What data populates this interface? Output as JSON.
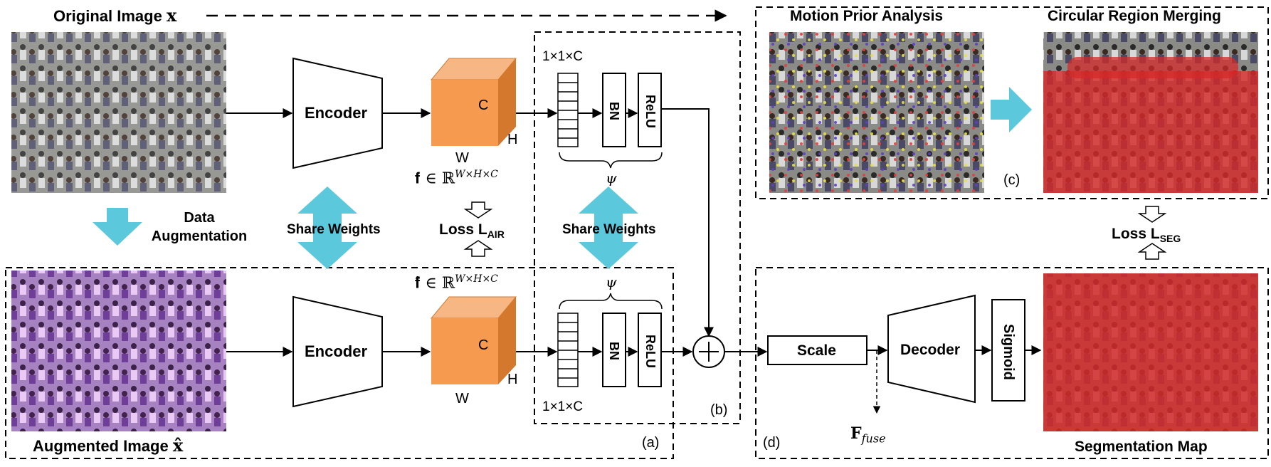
{
  "inputs": {
    "original_label": "Original Image",
    "original_symbol": "x",
    "augmented_label": "Augmented Image",
    "augmented_symbol": "x̂",
    "augmentation_label_line1": "Data",
    "augmentation_label_line2": "Augmentation"
  },
  "encoders": {
    "top_label": "Encoder",
    "bottom_label": "Encoder"
  },
  "share_weights": {
    "left_label": "Share Weights",
    "right_label": "Share Weights"
  },
  "feature_cubes": {
    "c_label": "C",
    "h_label": "H",
    "w_label": "W",
    "f_symbol": "𝐟 ∈ ℝ",
    "f_hat_symbol": "𝐟̂ ∈ ℝ",
    "dims": "W×H×C"
  },
  "projection_head": {
    "vector_label": "1×1×C",
    "bn_label": "BN",
    "relu_label": "ReLU",
    "psi_symbol": "ψ"
  },
  "losses": {
    "air_prefix": "Loss L",
    "air_sub": "AIR",
    "seg_prefix": "Loss L",
    "seg_sub": "SEG"
  },
  "motion_branch": {
    "motion_title": "Motion Prior Analysis",
    "merging_title": "Circular Region Merging"
  },
  "decoder_branch": {
    "scale_label": "Scale",
    "decoder_label": "Decoder",
    "sigmoid_label": "Sigmoid",
    "fuse_symbol": "𝐅",
    "fuse_sub": "fuse",
    "segmentation_title": "Segmentation Map"
  },
  "region_tags": {
    "a": "(a)",
    "b": "(b)",
    "c": "(c)",
    "d": "(d)"
  },
  "colors": {
    "cube_front": "#f59a4e",
    "cube_top": "#f7b784",
    "cube_side": "#d4782e",
    "arrow_cyan": "#5bc8dc",
    "mask_red": "#d42a2a"
  }
}
